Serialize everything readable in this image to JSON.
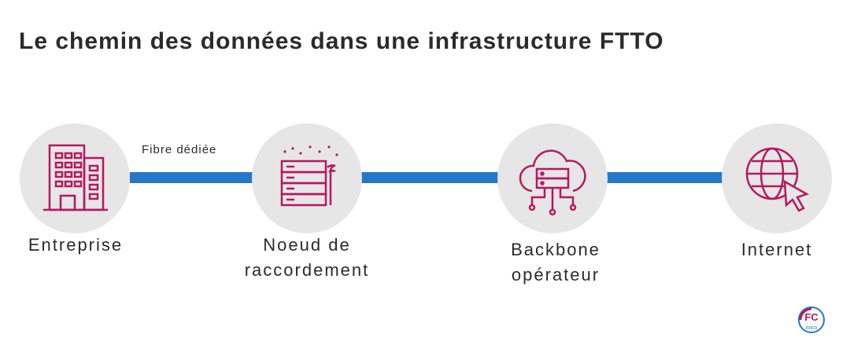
{
  "title": "Le chemin des données dans une infrastructure FTTO",
  "link_label": "Fibre dédiée",
  "nodes": [
    {
      "id": "entreprise",
      "icon": "building-icon",
      "label_lines": [
        "Entreprise"
      ]
    },
    {
      "id": "noeud",
      "icon": "server-rack-icon",
      "label_lines": [
        "Noeud de",
        "raccordement"
      ]
    },
    {
      "id": "backbone",
      "icon": "cloud-server-icon",
      "label_lines": [
        "Backbone",
        "opérateur"
      ]
    },
    {
      "id": "internet",
      "icon": "globe-cursor-icon",
      "label_lines": [
        "Internet"
      ]
    }
  ],
  "logo_text": "FC mico",
  "colors": {
    "accent": "#b5195e",
    "link": "#2577c8",
    "circle": "#e6e6e6"
  }
}
